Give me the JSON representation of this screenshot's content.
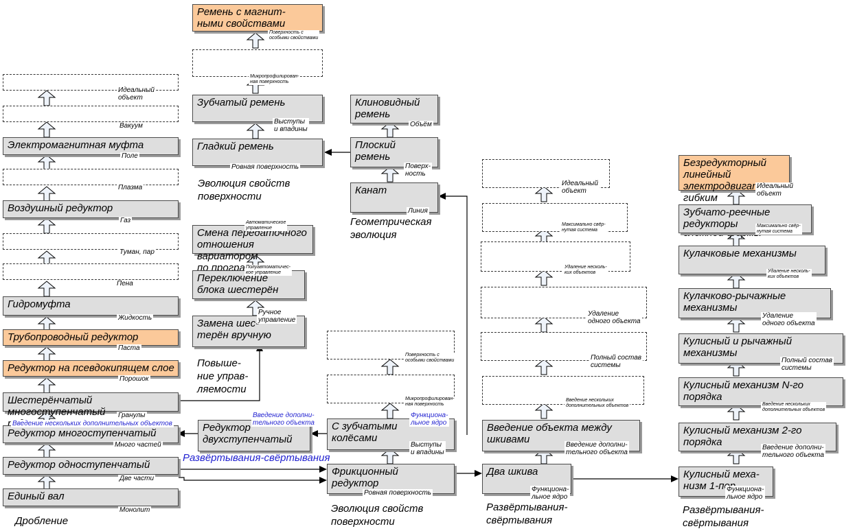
{
  "col1": {
    "boxes": [
      "",
      "",
      "Электромагнитная муфта",
      "",
      "Воздушный редуктор",
      "",
      "",
      "Гидромуфта",
      "Трубопроводный редуктор",
      "Редуктор на псевдокипящем слое",
      "Шестерёнчатый многоступенчатый\nредуктор",
      "Редуктор многоступенчатый",
      "Редуктор одноступенчатый",
      "Единый вал"
    ],
    "labels": [
      "Идеальный\nобъект",
      "Вакуум",
      "Поле",
      "Плазма",
      "Газ",
      "Туман, пар",
      "Пена",
      "Жидкость",
      "Паста",
      "Порошок",
      "Гранулы",
      "Введение нескольких дополнительных объектов",
      "Много частей",
      "Две части",
      "Монолит"
    ],
    "caption": "Дробление"
  },
  "col2": {
    "top_boxes": [
      "Ремень с магнит-\nными свойствами",
      "",
      "Зубчатый ремень",
      "Гладкий ремень"
    ],
    "top_labels": [
      "Поверхность с\nособыми свойствами",
      "Микропрофилирован-\nная поверхность",
      "Выступы\nи впадины",
      "Ровная поверхность"
    ],
    "top_caption": "Эволюция свойств\nповерхности",
    "ctrl_boxes": [
      "Смена передаточного\nотношения вариатором\nпо программе",
      "Переключение\nблока шестерён",
      "Замена шес-\nтерён вручную"
    ],
    "ctrl_labels": [
      "Автоматическое\nуправление",
      "Полуавтоматичес-\nкое управление",
      "Ручное\nуправление"
    ],
    "ctrl_caption": "Повыше-\nние управ-\nляемости",
    "two_stage_box": "Редуктор\nдвухступенчатый",
    "two_stage_label": "Введение дополни-\nтельного объекта",
    "unfold_caption": "Развёртывания-свёртывания"
  },
  "col3": {
    "geom_boxes": [
      "Клиновидный\nремень",
      "Плоский\nремень",
      "Канат"
    ],
    "geom_labels": [
      "Объём",
      "Поверх-\nность",
      "Линия"
    ],
    "geom_caption": "Геометрическая\nэволюция",
    "fric_boxes": [
      "",
      "",
      "С зубчатыми\nколёсами",
      "Фрикционный\nредуктор"
    ],
    "fric_labels": [
      "Поверхность с\nособыми свойствами",
      "Микропрофилирован-\nная поверхность",
      "Функциона-\nльное ядро",
      "Выступы\nи впадины",
      "Ровная поверхность"
    ],
    "fric_caption": "Эволюция свойств\nповерхности"
  },
  "col4": {
    "boxes": [
      "",
      "",
      "",
      "",
      "",
      "",
      "Введение объекта между\nшкивами",
      "Два шкива"
    ],
    "labels": [
      "Идеальный\nобъект",
      "Максимально свёр-\nнутая система",
      "Удаление несколь-\nких объектов",
      "Удаление\nодного объекта",
      "Полный состав\nсистемы",
      "Введение нескольких\nдополнительных объектов",
      "Введение дополни-\nтельного объекта",
      "Функциона-\nльное ядро"
    ],
    "caption": "Развёртывания-\nсвёртывания"
  },
  "col5": {
    "boxes": [
      "Безредукторный линейный\nэлектродвигатель с гибким\nвторичным элементом\nсложной формы",
      "Зубчато-реечные\nредукторы",
      "Кулачковые механизмы",
      "Кулачково-рычажные\nмеханизмы",
      "Кулисный и рычажный\nмеханизмы",
      "Кулисный механизм N-го\nпорядка",
      "Кулисный механизм 2-го\nпорядка",
      "Кулисный меха-\nнизм 1-пор"
    ],
    "labels": [
      "Идеальный\nобъект",
      "Максимально свёр-\nнутая система",
      "Удаление несколь-\nких объектов",
      "Удаление\nодного объекта",
      "Полный состав\nсистемы",
      "Введение нескольких\nдополнительных объектов",
      "Введение дополни-\nтельного объекта",
      "Функциона-\nльное ядро"
    ],
    "caption": "Развёртывания-\nсвёртывания"
  },
  "colors": {
    "node": "#dedede",
    "highlight": "#fbc99a",
    "blue_text": "#1f1fd0",
    "up_arrow": "#eef3fa"
  }
}
